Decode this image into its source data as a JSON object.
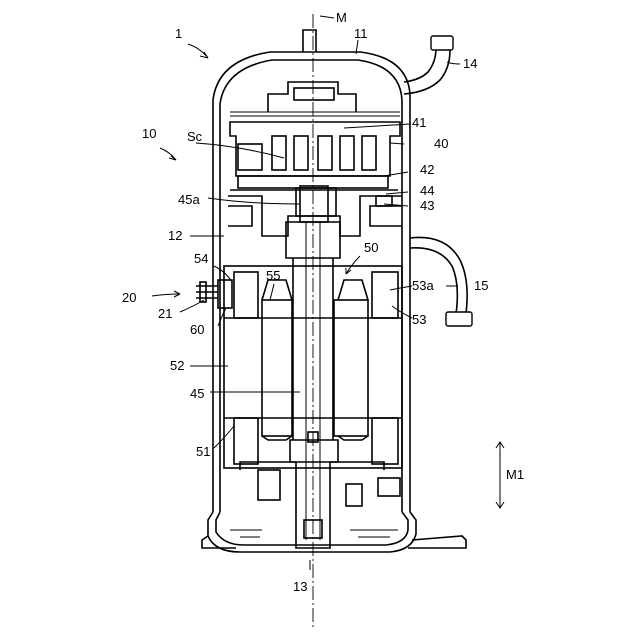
{
  "labels": {
    "l1": "1",
    "l10": "10",
    "l11": "11",
    "l12": "12",
    "l13": "13",
    "l14": "14",
    "l15": "15",
    "l20": "20",
    "l21": "21",
    "l40": "40",
    "l41": "41",
    "l42": "42",
    "l43": "43",
    "l44": "44",
    "l45": "45",
    "l45a": "45a",
    "l50": "50",
    "l51": "51",
    "l52": "52",
    "l53": "53",
    "l53a": "53a",
    "l54": "54",
    "l55": "55",
    "l60": "60",
    "lM": "M",
    "lM1": "M1",
    "lSc": "Sc"
  }
}
